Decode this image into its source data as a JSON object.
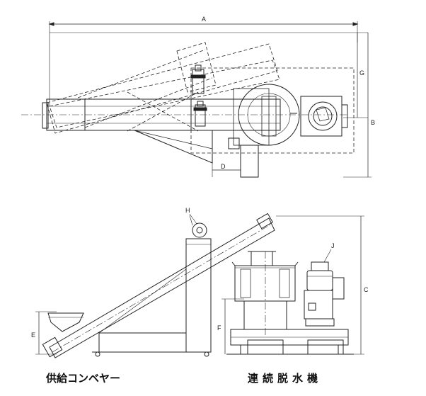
{
  "dimension_labels": {
    "A": "A",
    "B": "B",
    "C": "C",
    "D": "D",
    "E": "E",
    "F": "F",
    "G": "G",
    "H": "H",
    "J": "J"
  },
  "captions": {
    "left": "供給コンベヤー",
    "right": "連続脱水機"
  },
  "colors": {
    "line": "#222222",
    "background": "#ffffff"
  }
}
